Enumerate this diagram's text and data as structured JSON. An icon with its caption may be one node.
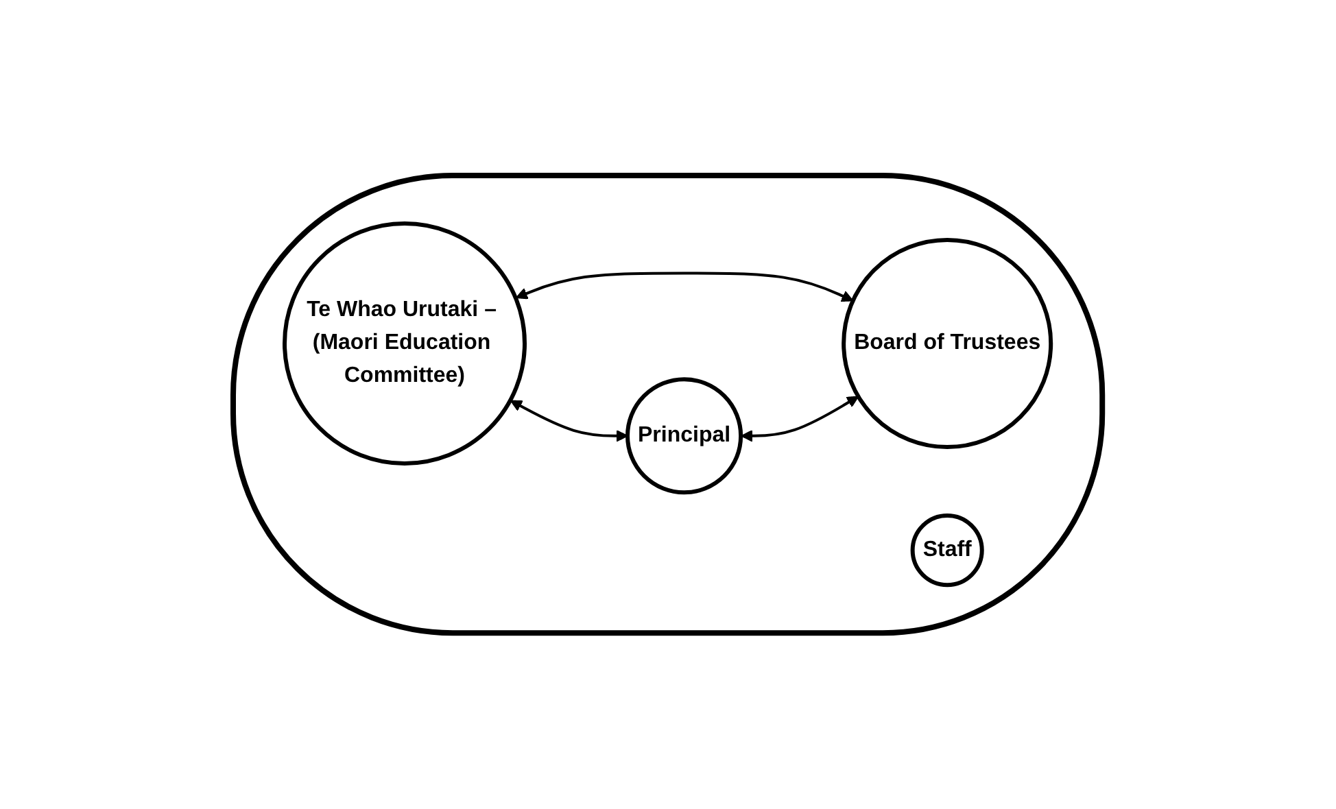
{
  "diagram": {
    "nodes": [
      {
        "text": [],
        "shape": "ellipse"
      },
      {
        "text": [
          "Te Whao Urutaki – (Maori Education Committee)"
        ],
        "in": 0
      },
      {
        "text": [
          "Board of Trustees"
        ],
        "in": 0
      },
      {
        "text": [
          "Principal"
        ],
        "in": 0
      },
      {
        "text": [
          "Staff"
        ],
        "in": 0
      }
    ],
    "edges": [
      {
        "from": 1,
        "to": 2,
        "arrow": "both"
      },
      {
        "from": 1,
        "to": 3,
        "arrow": "both"
      },
      {
        "from": 3,
        "to": 2,
        "arrow": "both"
      }
    ]
  }
}
